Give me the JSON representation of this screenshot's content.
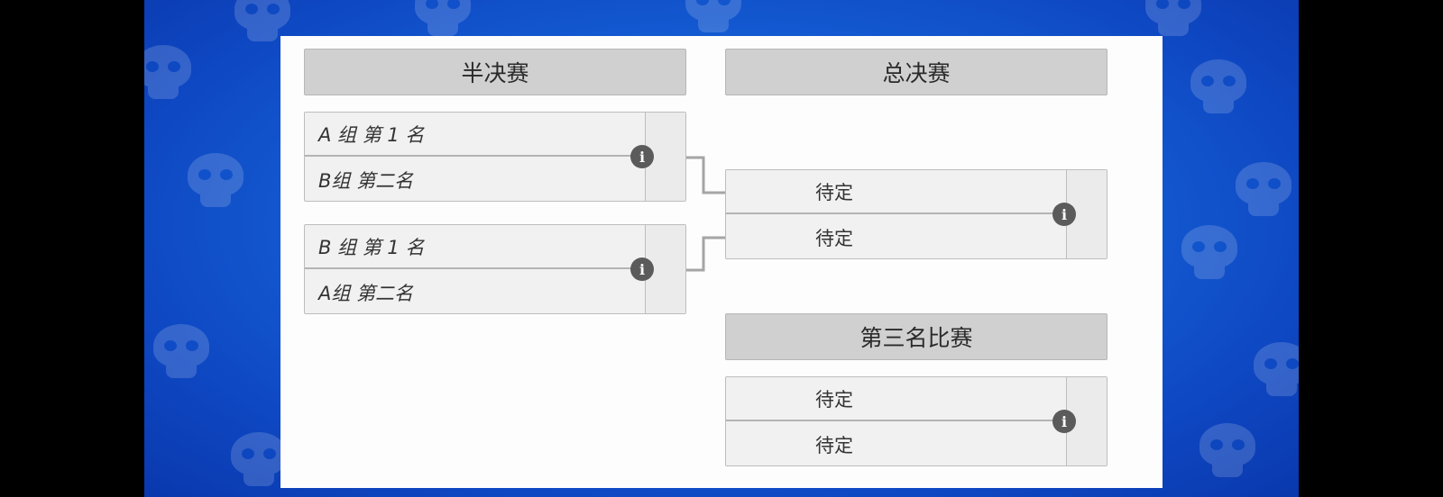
{
  "rounds": {
    "semifinal": "半决赛",
    "final": "总决赛",
    "third_place": "第三名比赛"
  },
  "matches": {
    "semi1": {
      "top": "A 组 第 1 名",
      "bottom": "B组 第二名"
    },
    "semi2": {
      "top": "B 组 第 1 名",
      "bottom": "A组 第二名"
    },
    "final": {
      "top": "待定",
      "bottom": "待定"
    },
    "third": {
      "top": "待定",
      "bottom": "待定"
    }
  },
  "info_glyph": "i",
  "colors": {
    "background": "#1560d6",
    "panel": "#fdfdfd",
    "header": "#d0d0d0",
    "connector": "#a5a5a5",
    "info_button": "#5b5b5b"
  }
}
